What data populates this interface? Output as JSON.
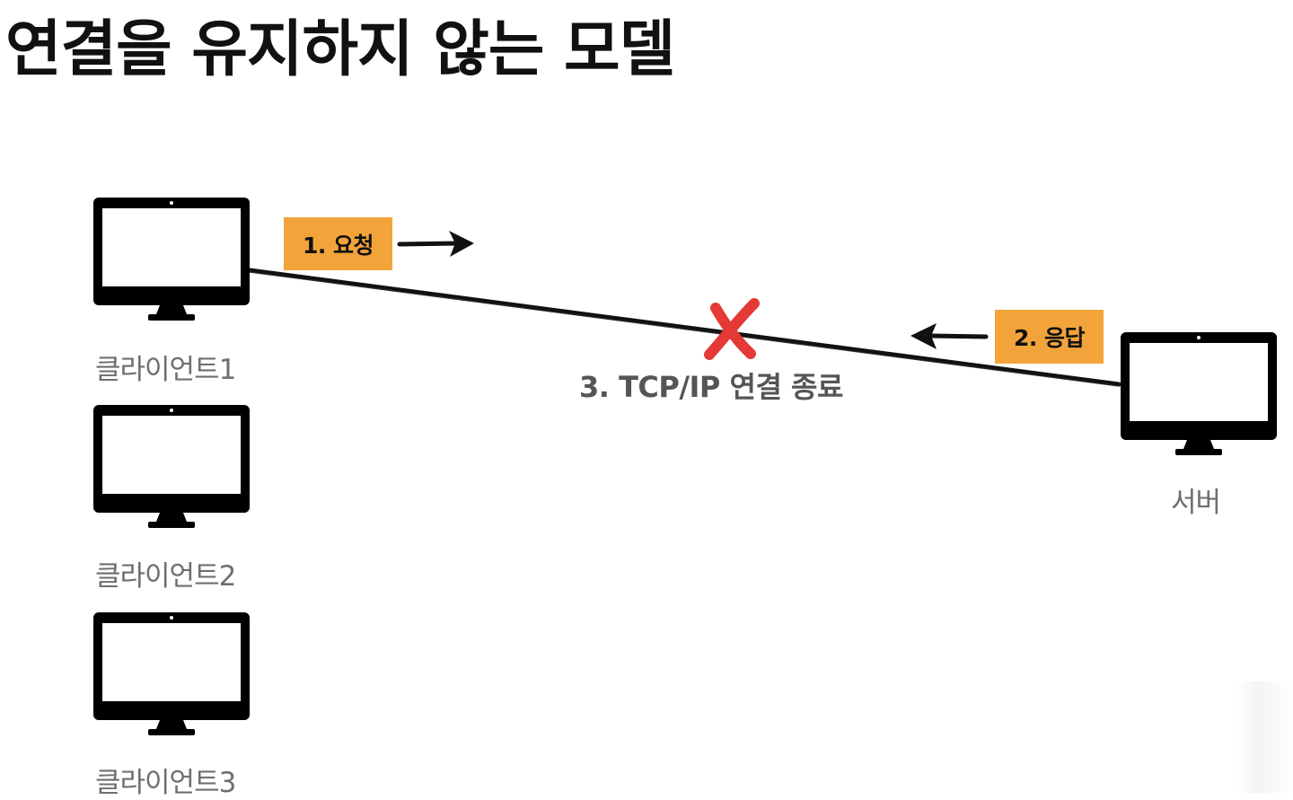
{
  "title": "연결을 유지하지 않는 모델",
  "clients": [
    {
      "label": "클라이언트1"
    },
    {
      "label": "클라이언트2"
    },
    {
      "label": "클라이언트3"
    }
  ],
  "server": {
    "label": "서버"
  },
  "steps": {
    "request": "1. 요청",
    "response": "2. 응답",
    "termination": "3. TCP/IP 연결 종료"
  },
  "colors": {
    "tag_background": "#f2a43a",
    "cross": "#e53935",
    "label": "#6f6f6f",
    "termination_text": "#555555"
  },
  "icons": {
    "client_device": "monitor-icon",
    "server_device": "monitor-icon",
    "request_arrow": "arrow-right-icon",
    "response_arrow": "arrow-left-icon",
    "disconnect_mark": "x-mark-icon"
  }
}
